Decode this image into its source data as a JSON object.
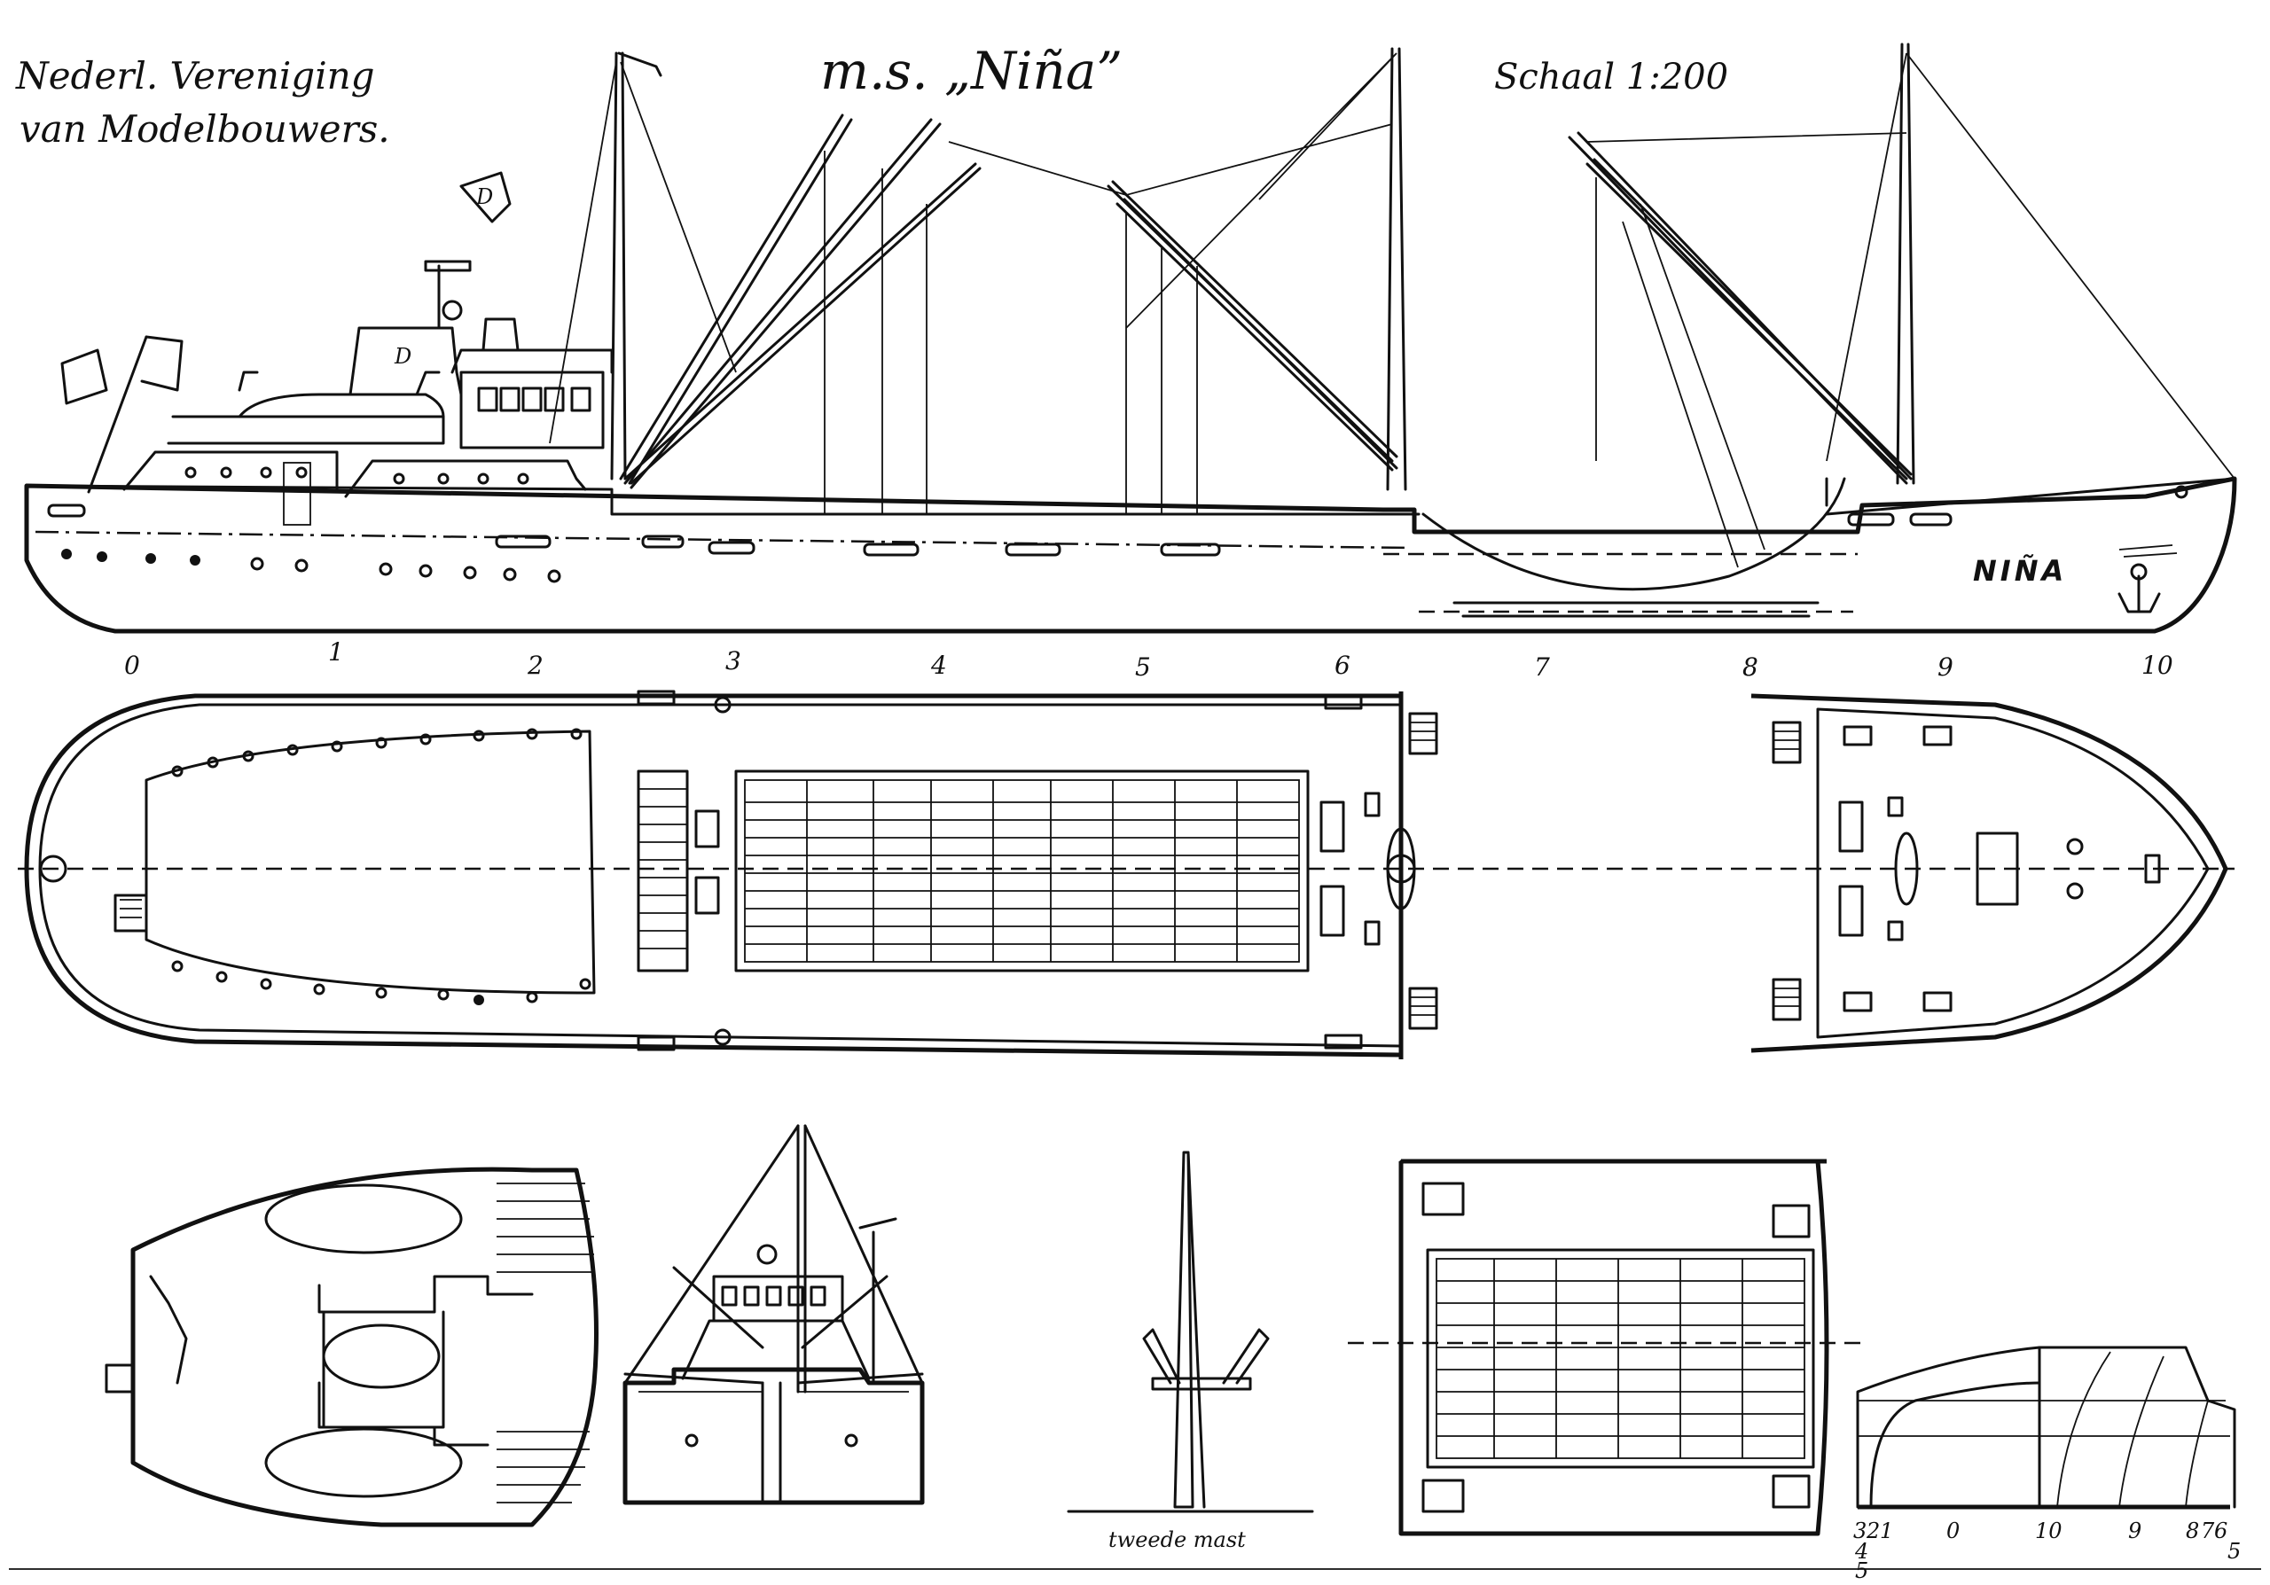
{
  "header": {
    "society_line1": "Nederl. Vereniging",
    "society_line2": "van Modelbouwers.",
    "ship_title": "m.s. „Niña”",
    "scale": "Schaal 1:200"
  },
  "hull_name": "NIÑA",
  "station_labels": [
    "0",
    "1",
    "2",
    "3",
    "4",
    "5",
    "6",
    "7",
    "8",
    "9",
    "10"
  ],
  "views": {
    "second_mast_caption": "tweede mast"
  },
  "body_plan_labels": [
    "3",
    "2",
    "1",
    "0",
    "10",
    "9",
    "8",
    "7",
    "6",
    "4",
    "5",
    "5"
  ],
  "colors": {
    "ink": "#111111",
    "paper": "#ffffff"
  }
}
